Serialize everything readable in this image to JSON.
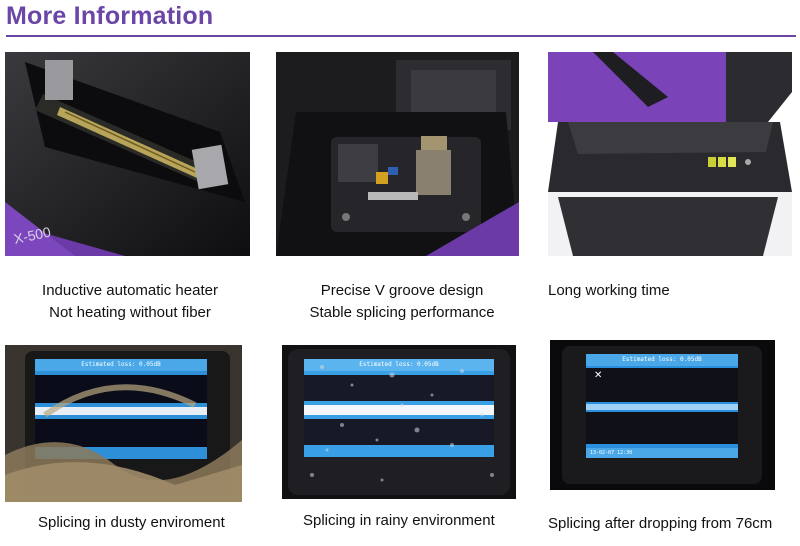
{
  "header": {
    "title": "More Information"
  },
  "colors": {
    "accent": "#6b46a6"
  },
  "features": [
    {
      "image": "inductive-heater-photo",
      "caption_lines": [
        "Inductive automatic heater",
        "Not heating without fiber"
      ]
    },
    {
      "image": "v-groove-photo",
      "caption_lines": [
        "Precise V groove design",
        "Stable splicing performance"
      ]
    },
    {
      "image": "battery-photo",
      "caption_lines": [
        "Long working time"
      ]
    },
    {
      "image": "dusty-screen-photo",
      "caption_lines": [
        "Splicing in dusty enviroment"
      ]
    },
    {
      "image": "rainy-screen-photo",
      "caption_lines": [
        "Splicing in rainy environment"
      ]
    },
    {
      "image": "dropped-screen-photo",
      "caption_lines": [
        "Splicing after dropping from 76cm"
      ]
    }
  ],
  "screen_texts": {
    "estimated_loss": "Estimated loss: 0.05dB",
    "timestamp": "13-02-07 12:30"
  },
  "device_labels": {
    "model": "X-500"
  }
}
